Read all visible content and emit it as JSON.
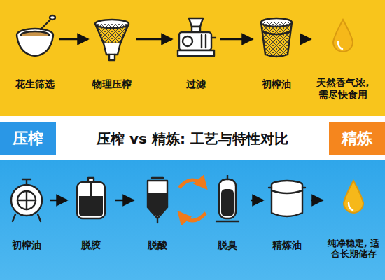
{
  "diagram": {
    "title": "压榨 vs 精炼: 工艺与特性对比",
    "nodes": [
      {
        "text": [
          "花生筛选"
        ]
      },
      {
        "text": [
          "物理压榨"
        ]
      },
      {
        "text": [
          "过滤"
        ]
      },
      {
        "text": [
          "初榨油"
        ]
      },
      {
        "text": [
          "天然香气浓, 需尽快食用"
        ]
      },
      {
        "text": [
          "压榨"
        ]
      },
      {
        "text": [
          "精炼"
        ]
      },
      {
        "text": [
          "初榨油"
        ]
      },
      {
        "text": [
          "脱胶"
        ]
      },
      {
        "text": [
          "脱酸"
        ]
      },
      {
        "text": [
          "脱臭"
        ]
      },
      {
        "text": [
          "精炼油"
        ]
      },
      {
        "text": [
          "纯净稳定, 适合长期储存"
        ]
      }
    ],
    "edges": [
      {
        "from": 0,
        "to": 1,
        "arrow": "to"
      },
      {
        "from": 1,
        "to": 2,
        "arrow": "to"
      },
      {
        "from": 2,
        "to": 3,
        "arrow": "to"
      },
      {
        "from": 3,
        "to": 4,
        "arrow": "to"
      },
      {
        "from": 7,
        "to": 8,
        "arrow": "to"
      },
      {
        "from": 8,
        "to": 9,
        "arrow": "to"
      },
      {
        "from": 9,
        "to": 10,
        "arrow": "to"
      },
      {
        "from": 10,
        "to": 9,
        "arrow": "to"
      },
      {
        "from": 10,
        "to": 11,
        "arrow": "to"
      },
      {
        "from": 11,
        "to": 12,
        "arrow": "to"
      }
    ]
  }
}
